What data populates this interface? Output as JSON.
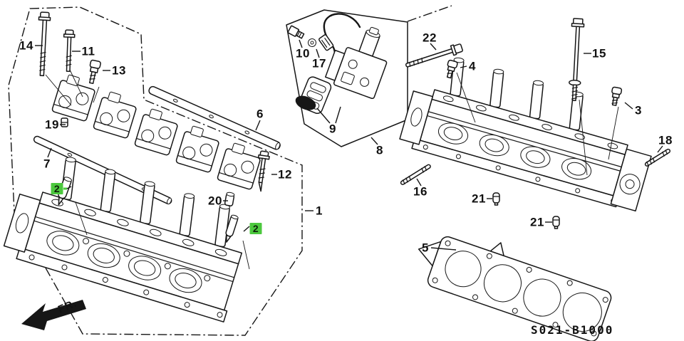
{
  "diagram": {
    "code": "S021-B1000",
    "front_label": "FR.",
    "highlight_color": "#4cc83e",
    "ink_color": "#161616",
    "paper_color": "#ffffff"
  },
  "callouts": {
    "c14": "14",
    "c11": "11",
    "c13": "13",
    "c19": "19",
    "c7": "7",
    "c2a": "2",
    "c6": "6",
    "c12": "12",
    "c20": "20",
    "c2b": "2",
    "c1": "1",
    "c10": "10",
    "c17": "17",
    "c9": "9",
    "c8": "8",
    "c22": "22",
    "c4": "4",
    "c15": "15",
    "c3": "3",
    "c18": "18",
    "c16": "16",
    "c21a": "21",
    "c21b": "21",
    "c5": "5"
  }
}
